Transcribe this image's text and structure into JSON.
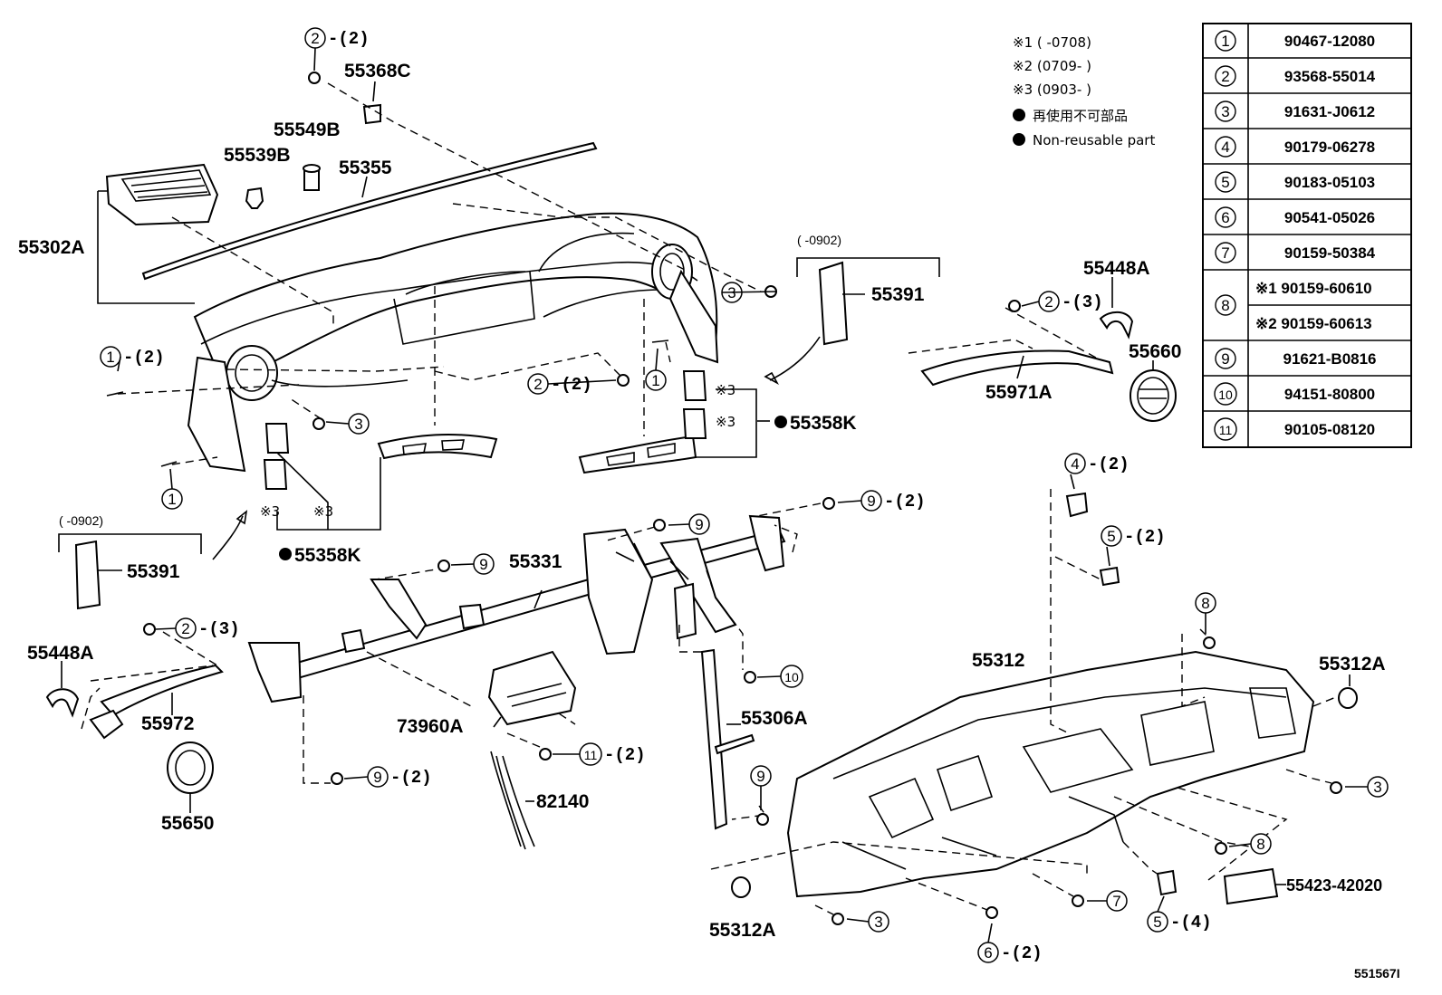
{
  "diagram_id": "551567I",
  "legend": {
    "note1": "※1 (     -0708)",
    "note2": "※2 (0709-     )",
    "note3": "※3 (0903-     )",
    "non_reusable_jp": "再使用不可部品",
    "non_reusable_en": "Non-reusable part"
  },
  "parts_table": [
    {
      "idx": "1",
      "part": "90467-12080"
    },
    {
      "idx": "2",
      "part": "93568-55014"
    },
    {
      "idx": "3",
      "part": "91631-J0612"
    },
    {
      "idx": "4",
      "part": "90179-06278"
    },
    {
      "idx": "5",
      "part": "90183-05103"
    },
    {
      "idx": "6",
      "part": "90541-05026"
    },
    {
      "idx": "7",
      "part": "90159-50384"
    },
    {
      "idx": "8",
      "part_a": "※1 90159-60610",
      "part_b": "※2 90159-60613"
    },
    {
      "idx": "9",
      "part": "91621-B0816"
    },
    {
      "idx": "10",
      "part": "94151-80800"
    },
    {
      "idx": "11",
      "part": "90105-08120"
    }
  ],
  "labels": {
    "p55368C": "55368C",
    "p55549B": "55549B",
    "p55539B": "55539B",
    "p55355": "55355",
    "p55302A": "55302A",
    "p55391_a": "55391",
    "p55391_b": "55391",
    "p55448A_a": "55448A",
    "p55448A_b": "55448A",
    "p55660": "55660",
    "p55971A": "55971A",
    "p55358K_a": "55358K",
    "p55358K_b": "55358K",
    "p55331": "55331",
    "p55972": "55972",
    "p55650": "55650",
    "p73960A": "73960A",
    "p82140": "82140",
    "p55306A": "55306A",
    "p55312": "55312",
    "p55312A_a": "55312A",
    "p55312A_b": "55312A",
    "p55423": "55423-42020",
    "range_a": "(    -0902)",
    "range_b": "(    -0902)",
    "mark3": "※3"
  },
  "callouts": [
    {
      "id": "c1",
      "num": "2",
      "qty": "-(2)"
    },
    {
      "id": "c2",
      "num": "3",
      "qty": ""
    },
    {
      "id": "c3",
      "num": "1",
      "qty": "-(2)"
    },
    {
      "id": "c4",
      "num": "3",
      "qty": ""
    },
    {
      "id": "c5",
      "num": "1",
      "qty": ""
    },
    {
      "id": "c6",
      "num": "2",
      "qty": "-(2)"
    },
    {
      "id": "c7",
      "num": "1",
      "qty": ""
    },
    {
      "id": "c8",
      "num": "2",
      "qty": "-(3)"
    },
    {
      "id": "c9",
      "num": "9",
      "qty": "-(2)"
    },
    {
      "id": "c10",
      "num": "9",
      "qty": ""
    },
    {
      "id": "c11",
      "num": "9",
      "qty": ""
    },
    {
      "id": "c12",
      "num": "2",
      "qty": "-(3)"
    },
    {
      "id": "c13",
      "num": "10",
      "qty": ""
    },
    {
      "id": "c14",
      "num": "11",
      "qty": "-(2)"
    },
    {
      "id": "c15",
      "num": "9",
      "qty": "-(2)"
    },
    {
      "id": "c16",
      "num": "9",
      "qty": ""
    },
    {
      "id": "c17",
      "num": "4",
      "qty": "-(2)"
    },
    {
      "id": "c18",
      "num": "5",
      "qty": "-(2)"
    },
    {
      "id": "c19",
      "num": "8",
      "qty": ""
    },
    {
      "id": "c20",
      "num": "3",
      "qty": ""
    },
    {
      "id": "c21",
      "num": "8",
      "qty": ""
    },
    {
      "id": "c22",
      "num": "7",
      "qty": ""
    },
    {
      "id": "c23",
      "num": "5",
      "qty": "-(4)"
    },
    {
      "id": "c24",
      "num": "6",
      "qty": "-(2)"
    },
    {
      "id": "c25",
      "num": "3",
      "qty": ""
    }
  ]
}
